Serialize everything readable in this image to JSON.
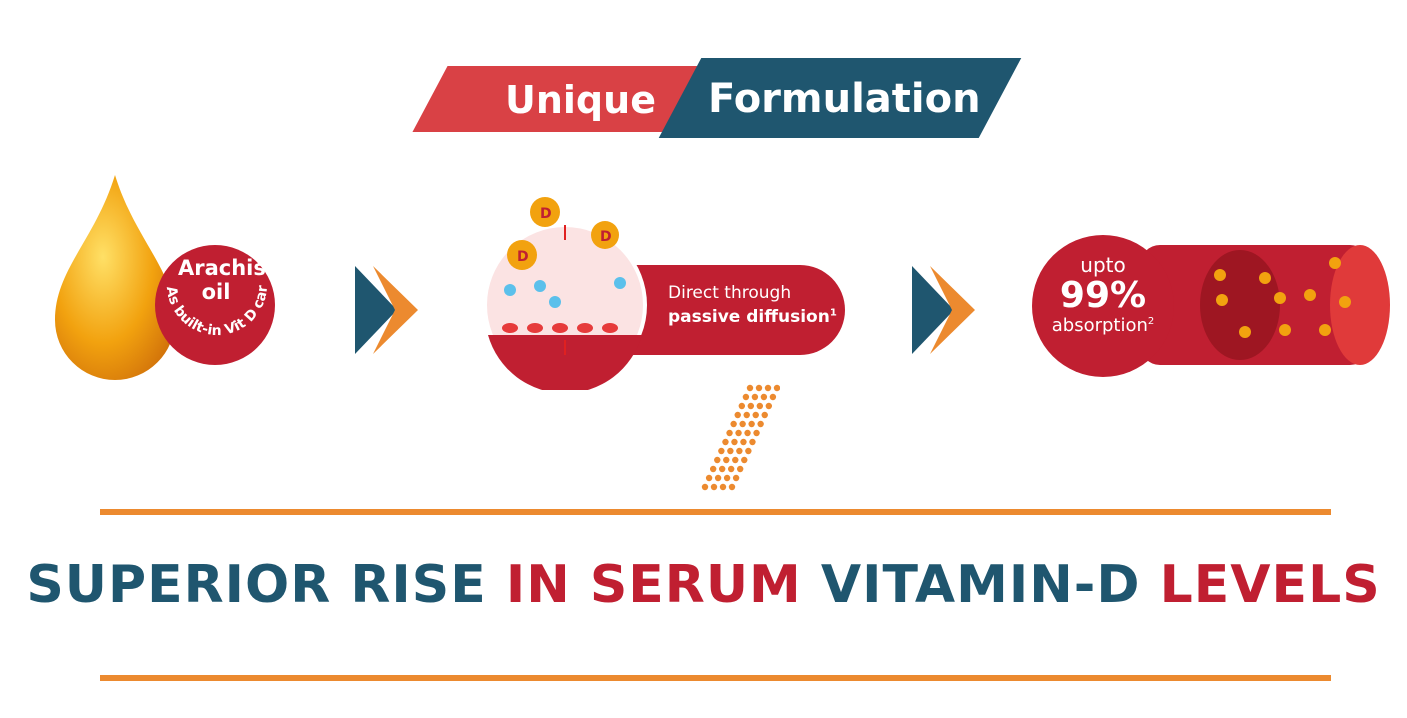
{
  "banner": {
    "word1": "Unique",
    "word2": "Formulation"
  },
  "oil": {
    "title_line1": "Arachis",
    "title_line2": "oil",
    "curved_text": "As built-in Vit D carrier"
  },
  "diffusion": {
    "line1": "Direct through",
    "line2": "passive diffusion",
    "sup": "1",
    "vitamin_letter": "D"
  },
  "absorption": {
    "prefix": "upto",
    "value": "99%",
    "label": "absorption",
    "sup": "2"
  },
  "heading": {
    "part1": "SUPERIOR RISE ",
    "part2": "IN SERUM ",
    "part3": "VITAMIN-D ",
    "part4": "LEVELS"
  },
  "colors": {
    "red": "#c01f31",
    "blue": "#1f566f",
    "orange": "#ec8a2f"
  }
}
